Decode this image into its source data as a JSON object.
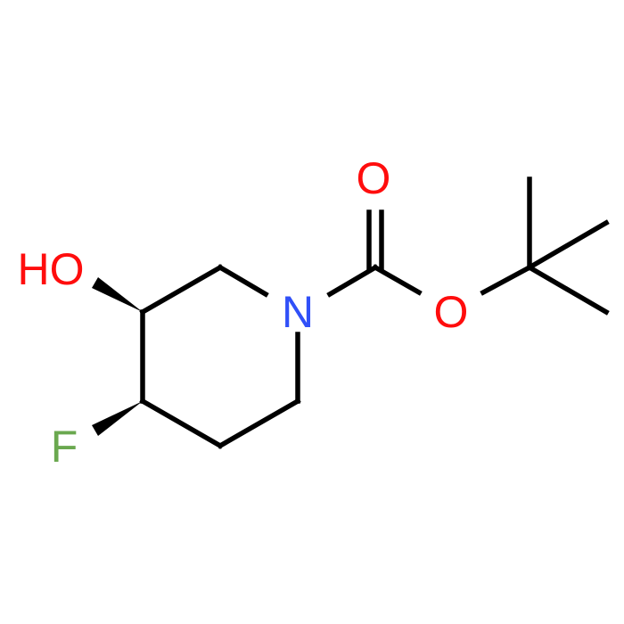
{
  "molecule": {
    "atoms": {
      "carbonyl_oxygen": {
        "text": "O",
        "color": "#ff0d0d"
      },
      "ester_oxygen": {
        "text": "O",
        "color": "#ff0d0d"
      },
      "nitrogen": {
        "text": "N",
        "color": "#3050f8"
      },
      "hydroxyl": {
        "text": "HO",
        "color": "#ff0d0d"
      },
      "fluorine": {
        "text": "F",
        "color": "#6aa84f"
      }
    },
    "bond_color": "#000000"
  }
}
